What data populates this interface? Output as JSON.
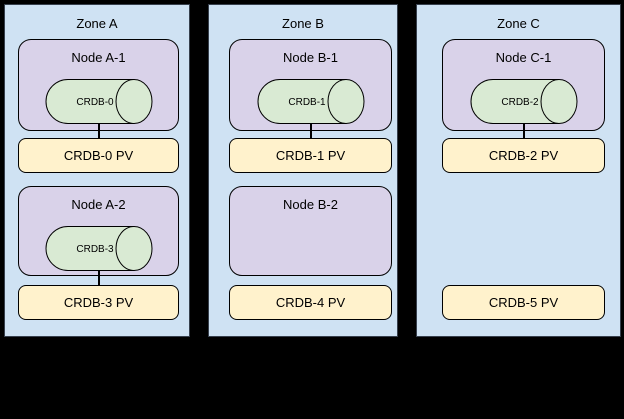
{
  "diagram": {
    "title_hint": "CockroachDB pods, Kubernetes nodes and persistent volumes across availability zones",
    "zones": [
      {
        "label": "Zone A",
        "nodes": [
          {
            "label": "Node A-1",
            "pod": "CRDB-0",
            "pv": "CRDB-0 PV",
            "pod_connected_to_pv": true
          },
          {
            "label": "Node A-2",
            "pod": "CRDB-3",
            "pv": "CRDB-3 PV",
            "pod_connected_to_pv": true
          }
        ]
      },
      {
        "label": "Zone B",
        "nodes": [
          {
            "label": "Node B-1",
            "pod": "CRDB-1",
            "pv": "CRDB-1 PV",
            "pod_connected_to_pv": true
          },
          {
            "label": "Node B-2",
            "pv": "CRDB-4 PV",
            "pod_connected_to_pv": false
          }
        ]
      },
      {
        "label": "Zone C",
        "nodes": [
          {
            "label": "Node C-1",
            "pod": "CRDB-2",
            "pv": "CRDB-2 PV",
            "pod_connected_to_pv": true
          },
          {
            "pv": "CRDB-5 PV",
            "pod_connected_to_pv": false
          }
        ]
      }
    ],
    "colors": {
      "background": "#000000",
      "zone_fill": "#cfe2f3",
      "node_fill": "#d9d2e9",
      "pod_fill": "#d9ead3",
      "pv_fill": "#fff2cc",
      "shape_border": "#000000"
    }
  }
}
